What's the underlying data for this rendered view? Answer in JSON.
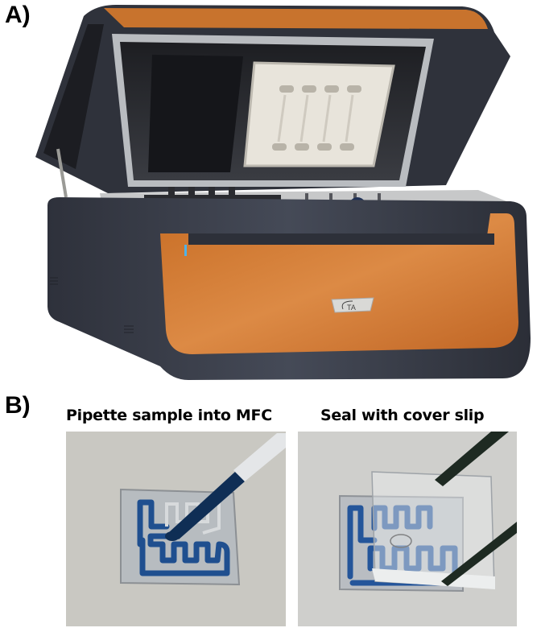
{
  "figure": {
    "panel_a": {
      "label": "A)",
      "image": {
        "subject": "laboratory-instrument-open-lid",
        "brand_badge": "TA",
        "colors": {
          "body": "#3b3f4c",
          "orange_panel": "#d2782e",
          "lid_inner": "#2a2c30",
          "tray": "#e6e2d8",
          "status_light": "#4fb3e8"
        }
      }
    },
    "panel_b": {
      "label": "B)",
      "left": {
        "caption": "Pipette sample into MFC",
        "image": {
          "subject": "pipette-loading-microfluidic-chip",
          "colors": {
            "background": "#c9c8c2",
            "channel": "#1f4f8f",
            "dye": "#0f2e55"
          }
        }
      },
      "right": {
        "caption": "Seal with cover slip",
        "image": {
          "subject": "tweezers-placing-cover-slip",
          "colors": {
            "background": "#cfcfcc",
            "channel": "#24559a",
            "tweezers": "#1e2a22"
          }
        }
      }
    }
  }
}
